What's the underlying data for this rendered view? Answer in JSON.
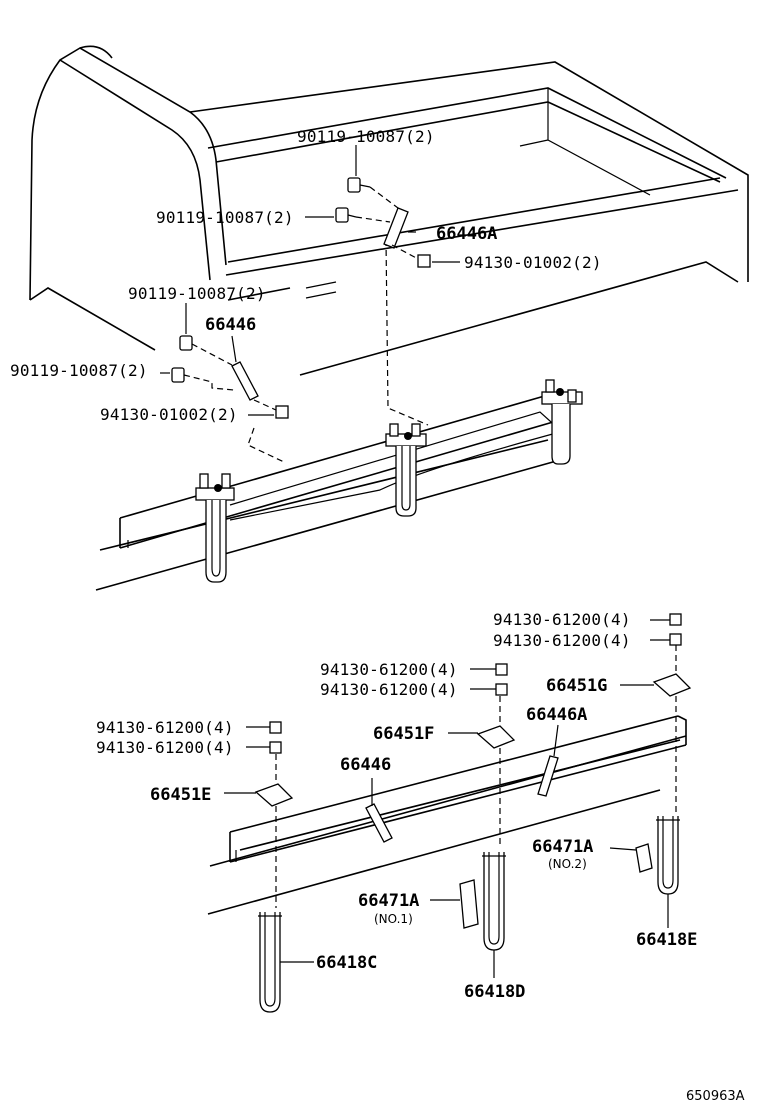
{
  "diagram_code": "650963A",
  "upper": {
    "bolt_1": "90119-10087(2)",
    "bolt_2": "90119-10087(2)",
    "bolt_3": "90119-10087(2)",
    "bolt_4": "90119-10087(2)",
    "bracket_a": "66446A",
    "bracket": "66446",
    "nut_1": "94130-01002(2)",
    "nut_2": "94130-01002(2)"
  },
  "lower": {
    "nut_g1": "94130-61200(4)",
    "nut_g2": "94130-61200(4)",
    "nut_f1": "94130-61200(4)",
    "nut_f2": "94130-61200(4)",
    "nut_e1": "94130-61200(4)",
    "nut_e2": "94130-61200(4)",
    "plate_g": "66451G",
    "plate_f": "66451F",
    "plate_e": "66451E",
    "bracket_a": "66446A",
    "bracket": "66446",
    "spacer_no1": "66471A",
    "spacer_no1_note": "(NO.1)",
    "spacer_no2": "66471A",
    "spacer_no2_note": "(NO.2)",
    "ubolt_c": "66418C",
    "ubolt_d": "66418D",
    "ubolt_e": "66418E"
  }
}
